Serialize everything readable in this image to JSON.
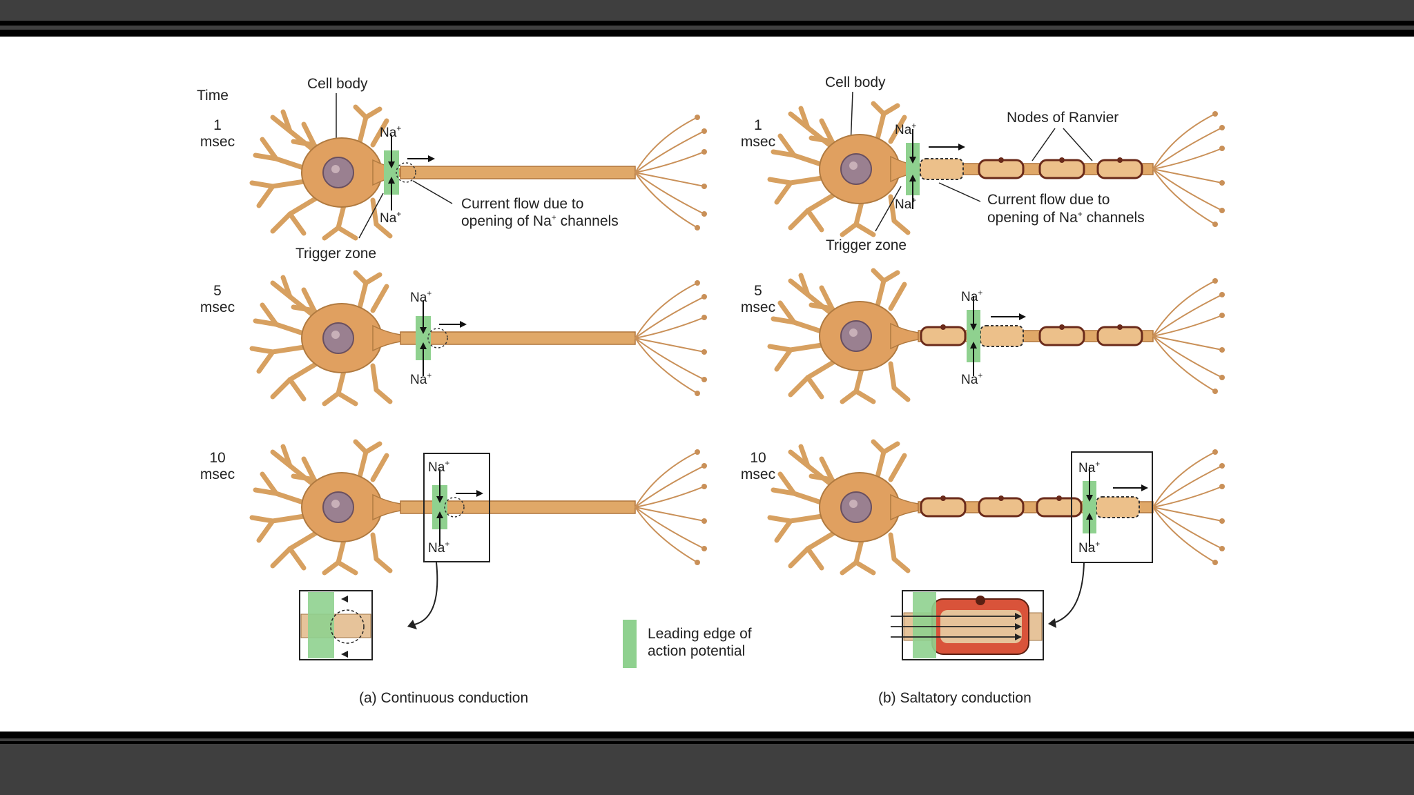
{
  "labels": {
    "time": "Time",
    "cell_body": "Cell body",
    "na": "Na",
    "plus": "+",
    "trigger_zone": "Trigger zone",
    "current_flow_line1": "Current flow due to",
    "current_flow_line2_pre": "opening of Na",
    "current_flow_line2_post": " channels",
    "nodes_of_ranvier": "Nodes of Ranvier",
    "leading_edge_line1": "Leading edge of",
    "leading_edge_line2": "action potential",
    "caption_a": "(a) Continuous conduction",
    "caption_b": "(b) Saltatory conduction"
  },
  "times": [
    {
      "value": "1",
      "unit": "msec"
    },
    {
      "value": "5",
      "unit": "msec"
    },
    {
      "value": "10",
      "unit": "msec"
    }
  ],
  "colors": {
    "frame": "#3f3f3f",
    "axon": "#e0a868",
    "axon_stroke": "#b0753c",
    "myelin": "#ecc08a",
    "myelin_stroke": "#6a2a1a",
    "leading_edge": "#8fd18f",
    "inset_red": "#d9533a"
  }
}
